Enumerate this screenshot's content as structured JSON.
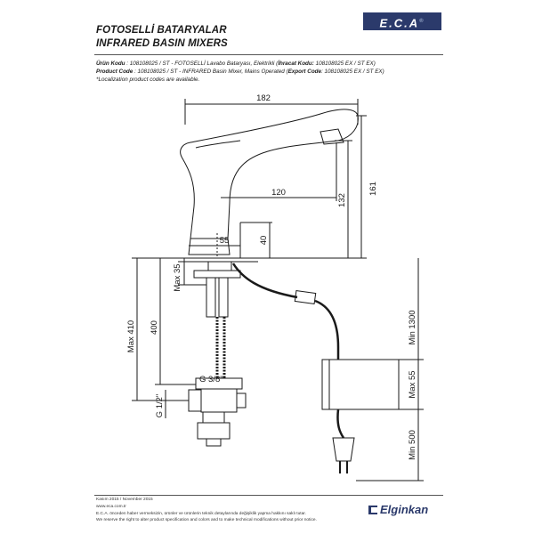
{
  "header": {
    "title_tr": "FOTOSELLİ BATARYALAR",
    "title_en": "INFRARED BASIN MIXERS",
    "logo_text": "E.C.A",
    "logo_mark": "®"
  },
  "product": {
    "tr_label": "Ürün Kodu",
    "tr_text": ": 108108025 / ST - FOTOSELLİ Lavabo Bataryası, Elektrikli (",
    "tr_export_label": "İhracat Kodu:",
    "tr_export_text": " 108108025 EX / ST EX)",
    "en_label": "Product Code",
    "en_text": ": 108108025 / ST - INFRARED Basin Mixer, Mains Operated (",
    "en_export_label": "Export Code",
    "en_export_text": ": 108108025 EX / ST EX)",
    "note": "*Localization product codes are available."
  },
  "dimensions": {
    "d182": "182",
    "d161": "161",
    "d132": "132",
    "d120": "120",
    "d55": "55",
    "d40": "40",
    "max35": "Max 35",
    "d400": "400",
    "max410": "Max 410",
    "g38": "G 3/8\"",
    "g12": "G 1/2\"",
    "min1300": "Min 1300",
    "max55": "Max 55",
    "min500": "Min 500"
  },
  "footer": {
    "date": "Kasım 2015 / November 2015",
    "url": "www.eca.com.tr",
    "disclaimer_tr": "E.C.A. önceden haber vermeksizin, ürünler ve ürünlerin teknik detaylarında değişiklik yapma hakkını saklı tutar.",
    "disclaimer_en": "We reserve the right to alter product specification and colors and to make technical modifications without prior notice.",
    "brand": "Elginkan"
  },
  "colors": {
    "brand_blue": "#2b3a6b",
    "line": "#1a1a1a"
  }
}
